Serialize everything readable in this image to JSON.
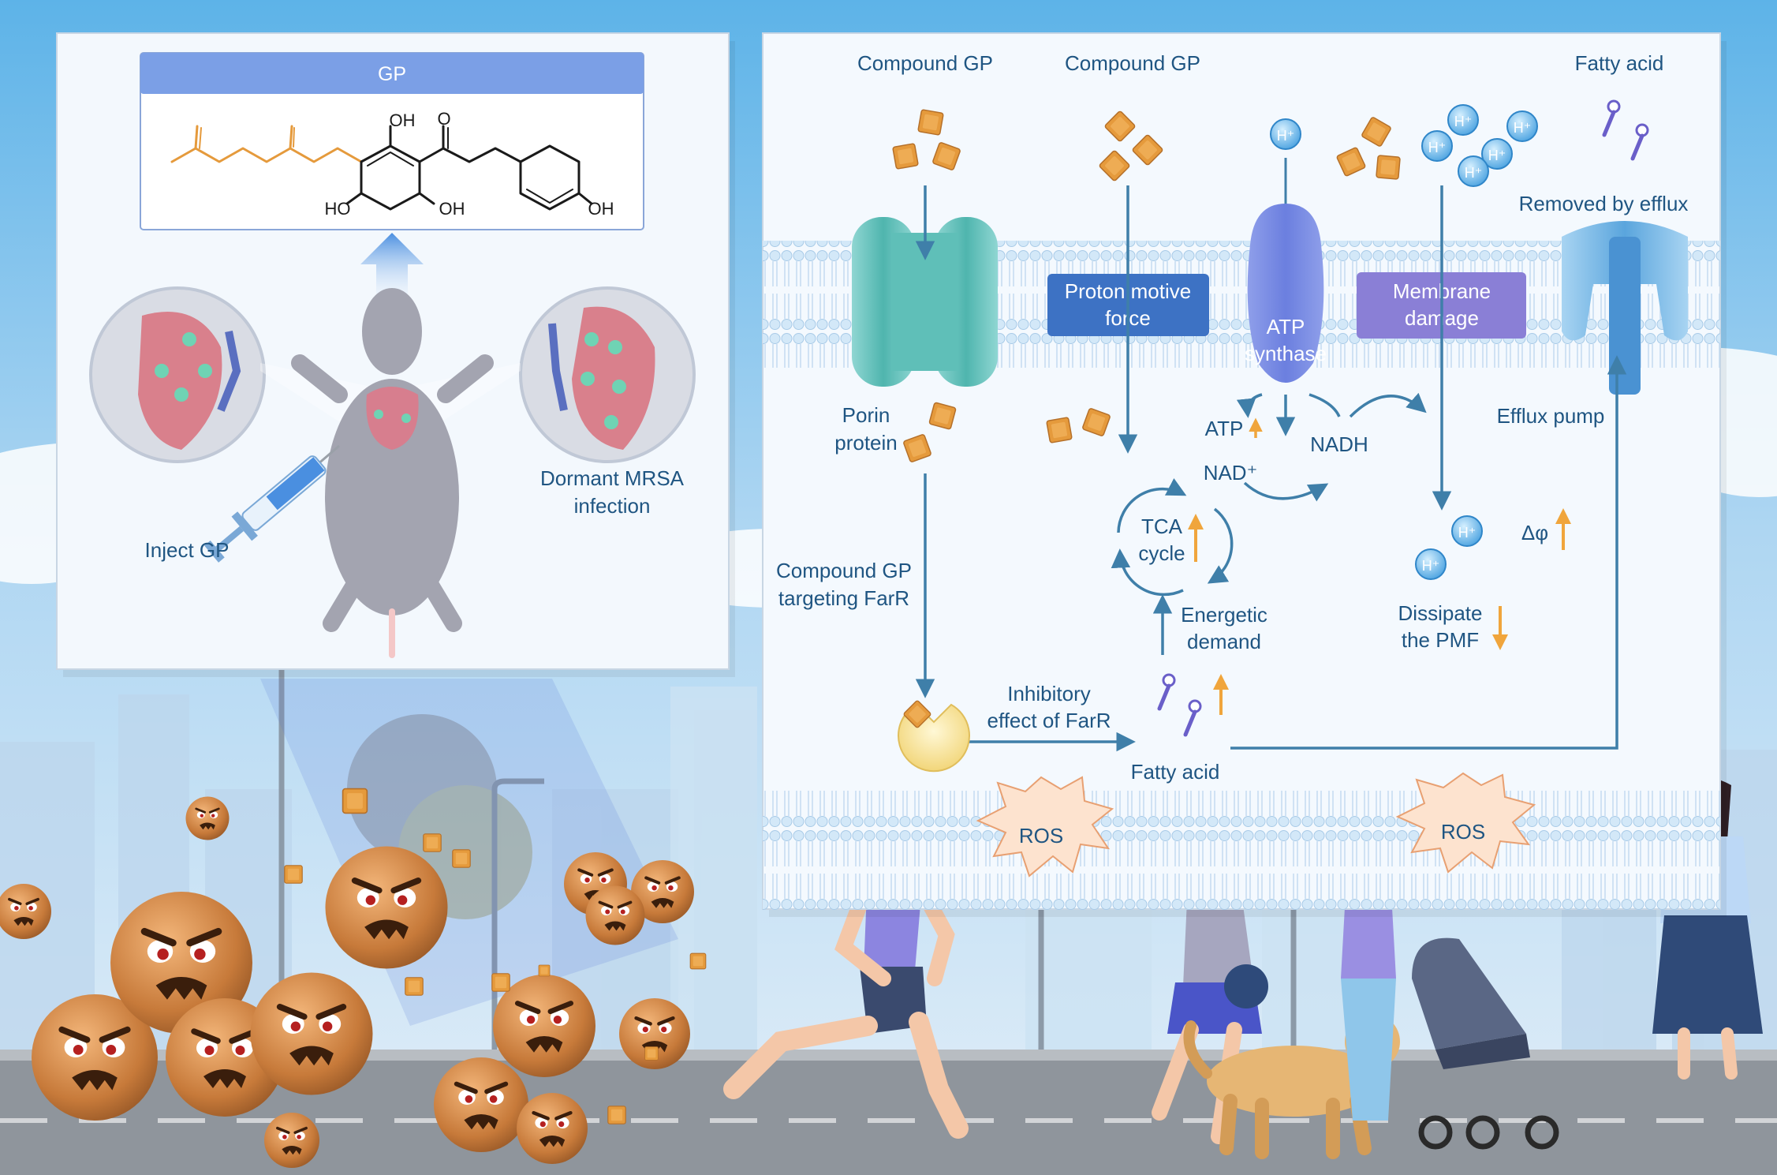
{
  "left_panel": {
    "gp_header": "GP",
    "oh_labels": [
      "OH",
      "HO",
      "OH",
      "OH"
    ],
    "carbonyl_o": "O",
    "inject_label": "Inject GP",
    "infection_label_1": "Dormant MRSA",
    "infection_label_2": "infection"
  },
  "right_panel": {
    "compound_gp_1": "Compound GP",
    "compound_gp_2": "Compound GP",
    "fatty_acid_top": "Fatty acid",
    "removed_by_efflux": "Removed by efflux",
    "proton_force_1": "Proton motive",
    "proton_force_2": "force",
    "atp_synthase_1": "ATP",
    "atp_synthase_2": "synthase",
    "membrane_damage_1": "Membrane",
    "membrane_damage_2": "damage",
    "porin_1": "Porin",
    "porin_2": "protein",
    "atp_label": "ATP",
    "nad_label": "NAD⁺",
    "nadh_label": "NADH",
    "efflux_pump": "Efflux pump",
    "tca_1": "TCA",
    "tca_2": "cycle",
    "h_plus": "H⁺",
    "delta_phi": "Δφ",
    "targeting_1": "Compound GP",
    "targeting_2": "targeting FarR",
    "energetic_1": "Energetic",
    "energetic_2": "demand",
    "dissipate_1": "Dissipate",
    "dissipate_2": "the PMF",
    "inhibitory_1": "Inhibitory",
    "inhibitory_2": "effect of FarR",
    "fatty_acid_bottom": "Fatty acid",
    "ros": "ROS"
  },
  "colors": {
    "text": "#1f5582",
    "cube": "#e59a3c",
    "arrow": "#3f7fa9",
    "box_blue": "#3d72c4",
    "box_purple": "#8a7fd6",
    "header": "#7b9fe6",
    "up_arrow": "#f0a53c"
  }
}
